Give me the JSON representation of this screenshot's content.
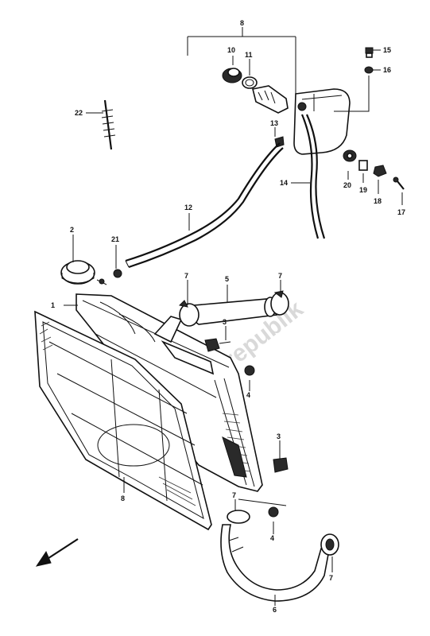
{
  "watermark": "Partsrepublik",
  "callouts": [
    {
      "id": "c1",
      "text": "1"
    },
    {
      "id": "c2",
      "text": "2"
    },
    {
      "id": "c3a",
      "text": "3"
    },
    {
      "id": "c3b",
      "text": "3"
    },
    {
      "id": "c4a",
      "text": "4"
    },
    {
      "id": "c4b",
      "text": "4"
    },
    {
      "id": "c5",
      "text": "5"
    },
    {
      "id": "c6",
      "text": "6"
    },
    {
      "id": "c7a",
      "text": "7"
    },
    {
      "id": "c7b",
      "text": "7"
    },
    {
      "id": "c7c",
      "text": "7"
    },
    {
      "id": "c7d",
      "text": "7"
    },
    {
      "id": "c8a",
      "text": "8"
    },
    {
      "id": "c8b",
      "text": "8"
    },
    {
      "id": "c10",
      "text": "10"
    },
    {
      "id": "c11",
      "text": "11"
    },
    {
      "id": "c12",
      "text": "12"
    },
    {
      "id": "c13",
      "text": "13"
    },
    {
      "id": "c14",
      "text": "14"
    },
    {
      "id": "c15",
      "text": "15"
    },
    {
      "id": "c16",
      "text": "16"
    },
    {
      "id": "c17",
      "text": "17"
    },
    {
      "id": "c18",
      "text": "18"
    },
    {
      "id": "c19",
      "text": "19"
    },
    {
      "id": "c20",
      "text": "20"
    },
    {
      "id": "c21",
      "text": "21"
    },
    {
      "id": "c22",
      "text": "22"
    }
  ]
}
